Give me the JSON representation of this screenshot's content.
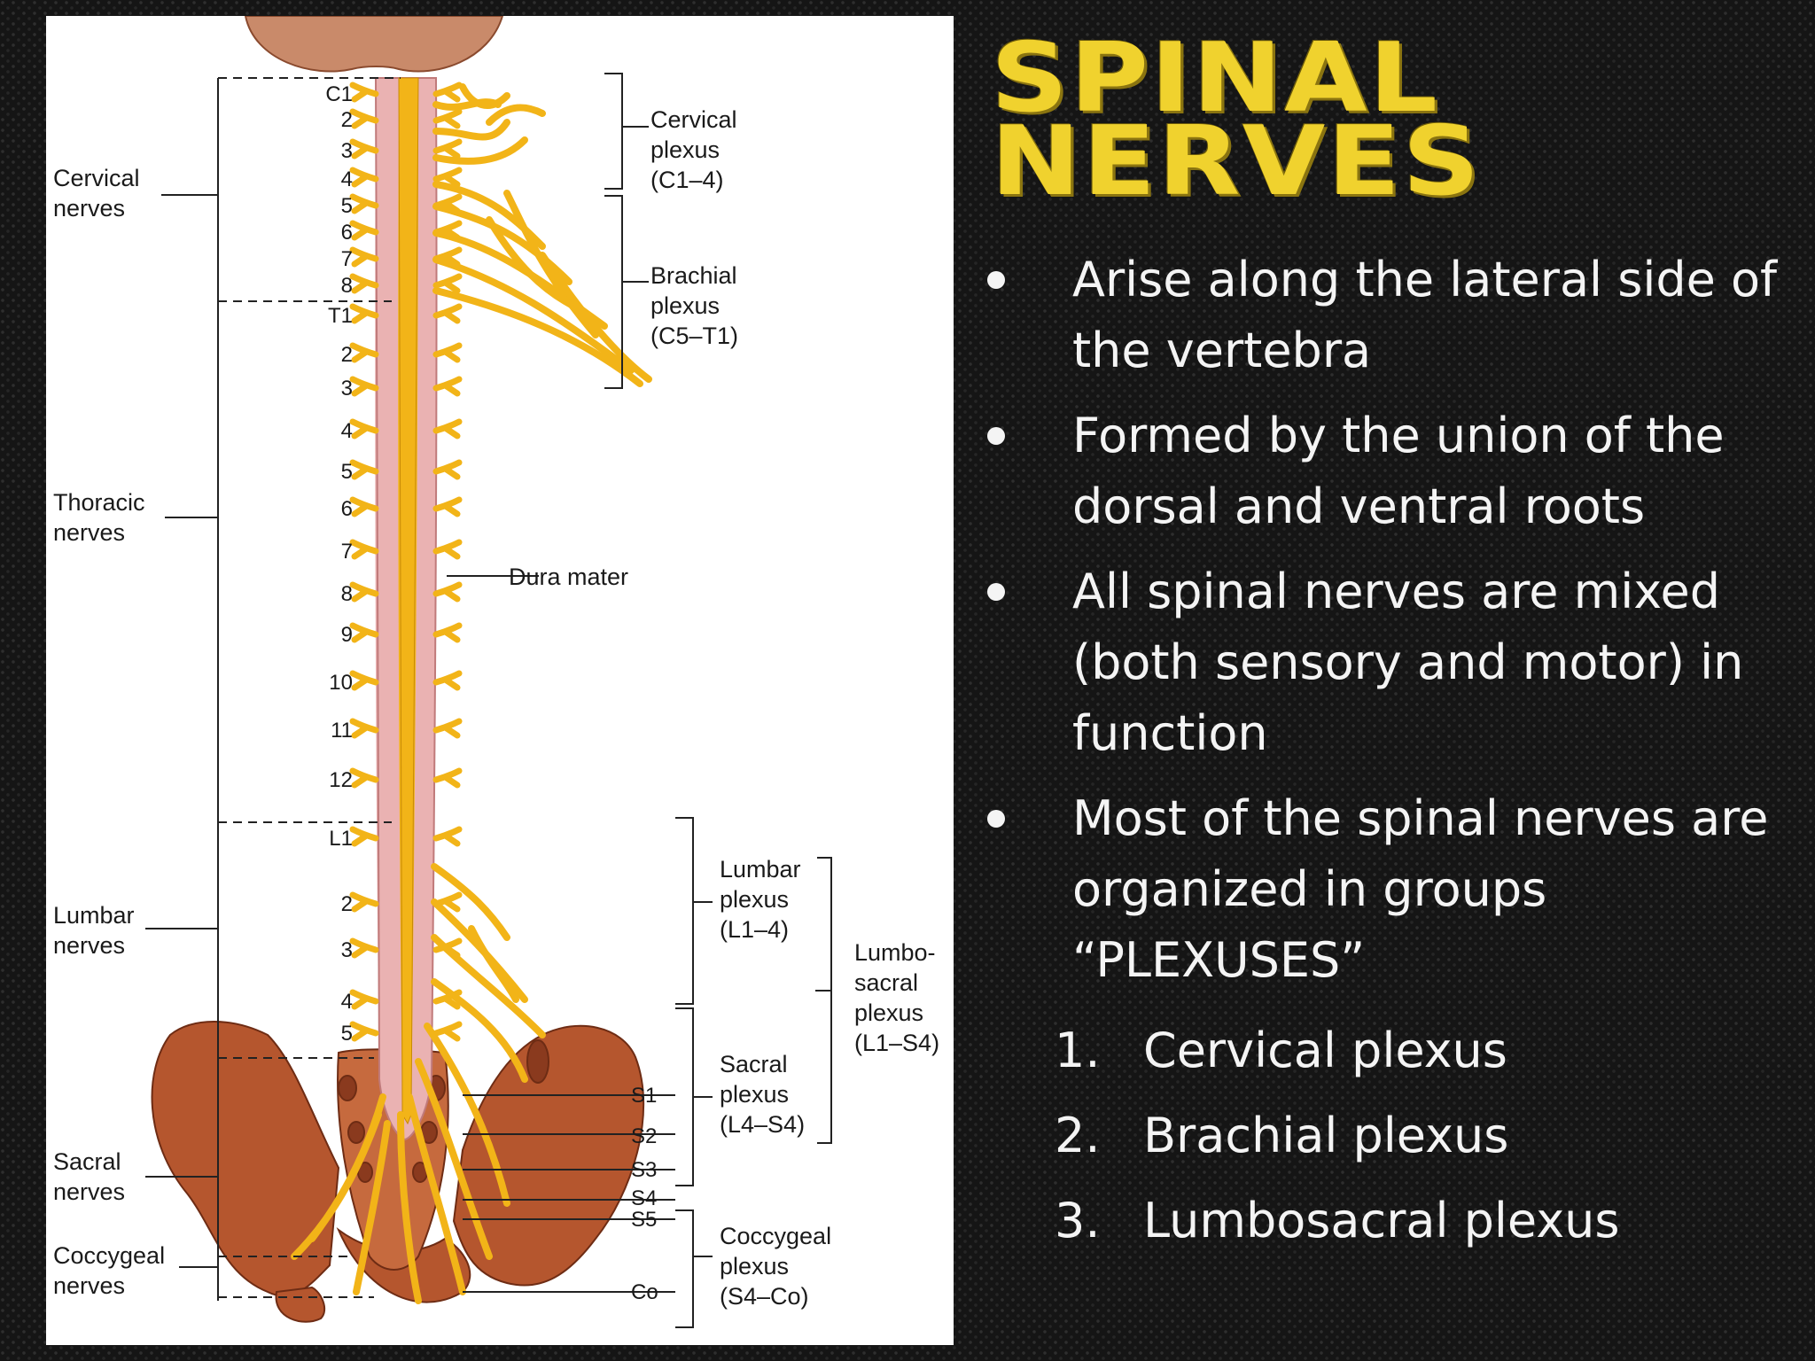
{
  "slide": {
    "title_line1": "SPINAL",
    "title_line2": "NERVES",
    "title_color": "#f0d22e",
    "bullets": [
      "Arise along the lateral side of the vertebra",
      "Formed by the union of the dorsal and ventral roots",
      "All spinal nerves are mixed (both sensory and motor) in function",
      "Most of the spinal nerves are organized in groups “PLEXUSES”"
    ],
    "numbered_items": [
      {
        "num": "1.",
        "text": "Cervical plexus"
      },
      {
        "num": "2.",
        "text": "Brachial plexus"
      },
      {
        "num": "3.",
        "text": "Lumbosacral plexus"
      }
    ]
  },
  "diagram": {
    "nerve_color": "#f2b418",
    "cord_color": "#eab2b2",
    "bone_color": "#b5562e",
    "segment_labels": [
      "C1",
      "2",
      "3",
      "4",
      "5",
      "6",
      "7",
      "8",
      "T1",
      "2",
      "3",
      "4",
      "5",
      "6",
      "7",
      "8",
      "9",
      "10",
      "11",
      "12",
      "L1",
      "2",
      "3",
      "4",
      "5"
    ],
    "sacral_labels": [
      "S1",
      "S2",
      "S3",
      "S4",
      "S5",
      "Co"
    ],
    "left_groups": [
      {
        "line1": "Cervical",
        "line2": "nerves"
      },
      {
        "line1": "Thoracic",
        "line2": "nerves"
      },
      {
        "line1": "Lumbar",
        "line2": "nerves"
      },
      {
        "line1": "Sacral",
        "line2": "nerves"
      },
      {
        "line1": "Coccygeal",
        "line2": "nerves"
      }
    ],
    "plexus_labels": [
      {
        "line1": "Cervical",
        "line2": "plexus",
        "line3": "(C1–4)"
      },
      {
        "line1": "Brachial",
        "line2": "plexus",
        "line3": "(C5–T1)"
      },
      {
        "line1": "Lumbar",
        "line2": "plexus",
        "line3": "(L1–4)"
      },
      {
        "line1": "Sacral",
        "line2": "plexus",
        "line3": "(L4–S4)"
      },
      {
        "line1": "Coccygeal",
        "line2": "plexus",
        "line3": "(S4–Co)"
      }
    ],
    "lumbosacral_label": {
      "line1": "Lumbo-",
      "line2": "sacral",
      "line3": "plexus",
      "line4": "(L1–S4)"
    },
    "dura_label": "Dura mater"
  }
}
